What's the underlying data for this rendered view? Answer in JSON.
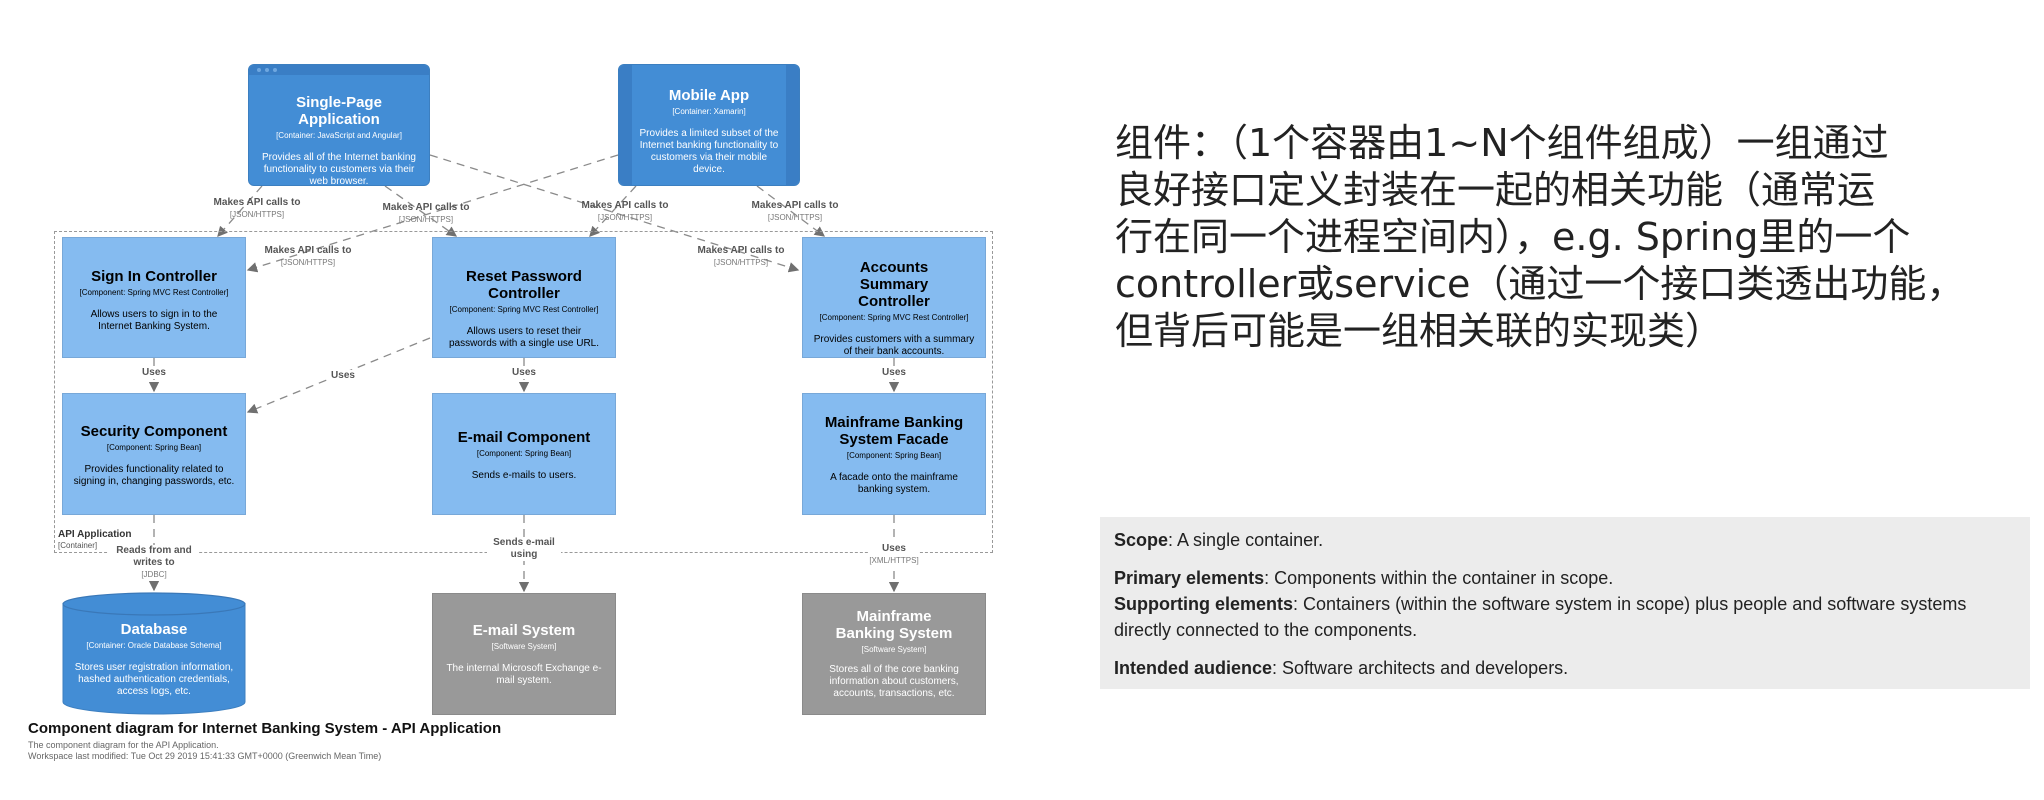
{
  "diagram": {
    "boundary": {
      "name": "API Application",
      "type": "[Container]"
    },
    "containers": {
      "spa": {
        "name": "Single-Page Application",
        "type": "[Container: JavaScript and Angular]",
        "desc": "Provides all of the Internet banking functionality to customers via their web browser."
      },
      "mobile": {
        "name": "Mobile App",
        "type": "[Container: Xamarin]",
        "desc": "Provides a limited subset of the Internet banking functionality to customers via their mobile device."
      },
      "database": {
        "name": "Database",
        "type": "[Container: Oracle Database Schema]",
        "desc": "Stores user registration information, hashed authentication credentials, access logs, etc."
      }
    },
    "components": {
      "signin": {
        "name": "Sign In Controller",
        "type": "[Component: Spring MVC Rest Controller]",
        "desc": "Allows users to sign in to the Internet Banking System."
      },
      "reset": {
        "name": "Reset Password Controller",
        "type": "[Component: Spring MVC Rest Controller]",
        "desc": "Allows users to reset their passwords with a single use URL."
      },
      "accounts": {
        "name": "Accounts Summary Controller",
        "type": "[Component: Spring MVC Rest Controller]",
        "desc": "Provides customers with a summary of their bank accounts."
      },
      "security": {
        "name": "Security Component",
        "type": "[Component: Spring Bean]",
        "desc": "Provides functionality related to signing in, changing passwords, etc."
      },
      "email": {
        "name": "E-mail Component",
        "type": "[Component: Spring Bean]",
        "desc": "Sends e-mails to users."
      },
      "facade": {
        "name": "Mainframe Banking System Facade",
        "type": "[Component: Spring Bean]",
        "desc": "A facade onto the mainframe banking system."
      }
    },
    "systems": {
      "emailsys": {
        "name": "E-mail System",
        "type": "[Software System]",
        "desc": "The internal Microsoft Exchange e-mail system."
      },
      "mainframe": {
        "name": "Mainframe Banking System",
        "type": "[Software System]",
        "desc": "Stores all of the core banking information about customers, accounts, transactions, etc."
      }
    },
    "edges": {
      "api_calls": "Makes API calls to",
      "json_https": "[JSON/HTTPS]",
      "uses": "Uses",
      "reads_writes": "Reads from and writes to",
      "jdbc": "[JDBC]",
      "sends_email": "Sends e-mail using",
      "xml_https": "[XML/HTTPS]"
    },
    "footer": {
      "title": "Component diagram for Internet Banking System - API Application",
      "subtitle": "The component diagram for the API Application.",
      "modified": "Workspace last modified: Tue Oct 29 2019 15:41:33 GMT+0000 (Greenwich Mean Time)"
    }
  },
  "explanation": {
    "lines": [
      "组件：（1个容器由1~N个组件组成）一组通过",
      "良好接口定义封装在一起的相关功能（通常运",
      "行在同一个进程空间内），e.g. Spring里的一个",
      "controller或service（通过一个接口类透出功能，",
      "但背后可能是一组相关联的实现类）"
    ]
  },
  "scope": {
    "scope_label": "Scope",
    "scope_text": ": A single container.",
    "primary_label": "Primary elements",
    "primary_text": ": Components within the container in scope.",
    "supporting_label": "Supporting elements",
    "supporting_text": ": Containers (within the software system in scope) plus people and software systems directly connected to the components.",
    "audience_label": "Intended audience",
    "audience_text": ": Software architects and developers."
  },
  "colors": {
    "component": "#85bbf0",
    "container": "#438dd5",
    "external_system": "#999999",
    "panel": "#ececec"
  }
}
